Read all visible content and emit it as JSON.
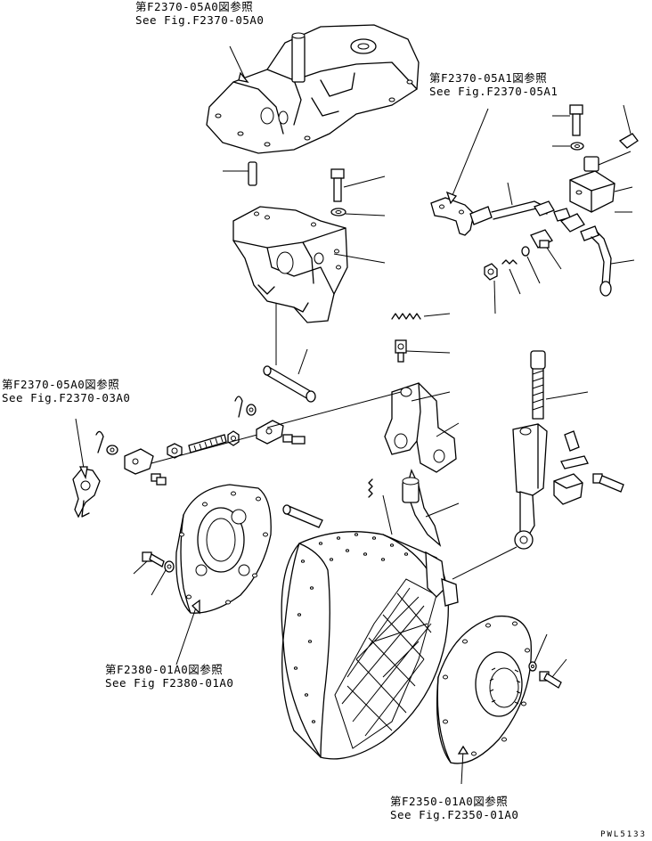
{
  "references": [
    {
      "jp": "第F2370-05A0図参照",
      "en": "See Fig.F2370-05A0"
    },
    {
      "jp": "第F2370-05A1図参照",
      "en": "See Fig.F2370-05A1"
    },
    {
      "jp": "第F2370-05A0図参照",
      "en": "See Fig.F2370-03A0"
    },
    {
      "jp": "第F2380-01A0図参照",
      "en": "See Fig F2380-01A0"
    },
    {
      "jp": "第F2350-01A0図参照",
      "en": "See Fig.F2350-01A0"
    }
  ],
  "drawing_code": "PWL5133"
}
